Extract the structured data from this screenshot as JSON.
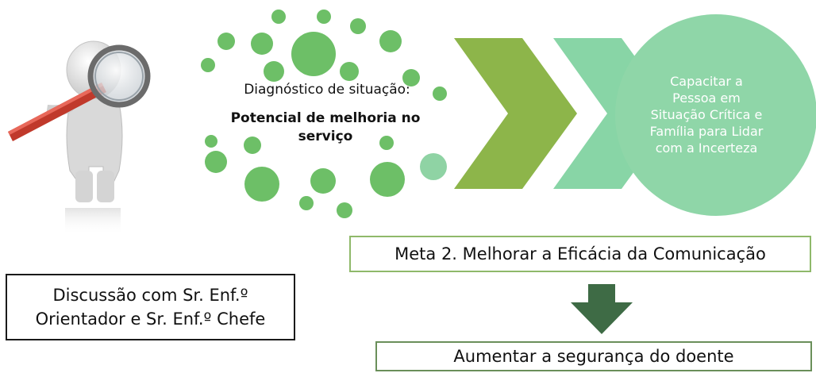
{
  "diagnostic": {
    "title": "Diagnóstico de situação:",
    "subtitle_line1": "Potencial de melhoria no",
    "subtitle_line2": "serviço"
  },
  "goal": {
    "line1": "Capacitar a",
    "line2": "Pessoa em",
    "line3": "Situação Crítica e",
    "line4": "Família para Lidar",
    "line5": "com a Incerteza"
  },
  "meta_box": {
    "label": "Meta 2. Melhorar a Eficácia da Comunicação"
  },
  "discussion_box": {
    "line1": "Discussão com Sr. Enf.º",
    "line2": "Orientador e Sr. Enf.º Chefe"
  },
  "safety_box": {
    "label": "Aumentar a segurança do doente"
  },
  "colors": {
    "dot_green": "#6dbf67",
    "dot_light": "#8fd3a4",
    "chevron_olive": "#8db54a",
    "chevron_mint": "#88d5a6",
    "goal_circle": "#8fd6a8",
    "down_arrow": "#3e6b45",
    "magnifier_handle": "#c0392b"
  },
  "icons": {
    "figure": "person-with-magnifier-icon",
    "arrows": "double-chevron-right-icon",
    "down": "down-arrow-icon"
  }
}
